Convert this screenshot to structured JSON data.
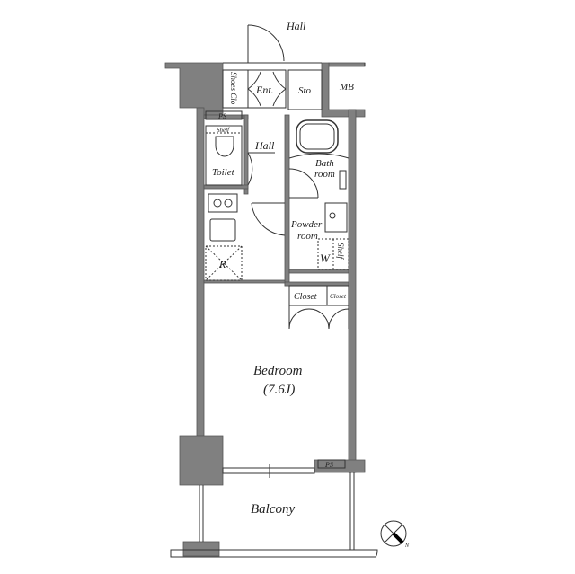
{
  "floorplan": {
    "colors": {
      "wall": "#808080",
      "line": "#333333",
      "bg": "#ffffff"
    },
    "labels": {
      "hall_outside": "Hall",
      "shoes_closet": "Shoes Clo",
      "entrance": "Ent.",
      "storage": "Sto",
      "meter_box": "MB",
      "ps_top": "PS",
      "shelf_toilet": "Shelf",
      "toilet": "Toilet",
      "hall_inside": "Hall",
      "bath_line1": "Bath",
      "bath_line2": "room",
      "powder_line1": "Powder",
      "powder_line2": "room",
      "washer": "W",
      "shelf_powder": "Shelf",
      "refrigerator": "R",
      "closet_large": "Closet",
      "closet_small": "Closet",
      "bedroom": "Bedroom",
      "bedroom_size": "(7.6J)",
      "ps_bottom": "PS",
      "balcony": "Balcony",
      "north": "N"
    }
  }
}
